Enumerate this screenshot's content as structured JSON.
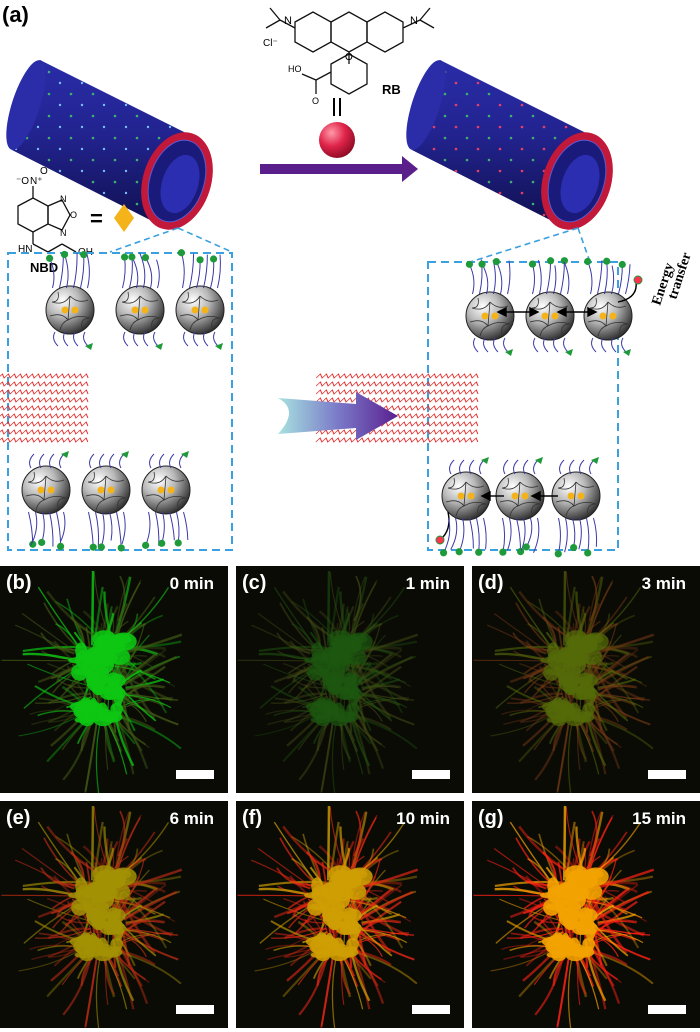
{
  "scheme": {
    "panel_label": "(a)",
    "rb_label": "RB",
    "nbd_label": "NBD",
    "equals_sign": "=",
    "chloride_label": "Cl⁻",
    "energy_label": "Energy",
    "transfer_label": "transfer",
    "colors": {
      "tube": "#1e1f8c",
      "tube_ring": "#c2183a",
      "rb_sphere": "#e0244a",
      "nbd_diamond": "#f5b31a",
      "arrow": "#5a1f8a",
      "box_border": "#3aa0e0",
      "lipid": "#e63030",
      "headgroup": "#1f9a3a"
    }
  },
  "panels": [
    {
      "label": "(b)",
      "time": "0 min"
    },
    {
      "label": "(c)",
      "time": "1 min"
    },
    {
      "label": "(d)",
      "time": "3 min"
    },
    {
      "label": "(e)",
      "time": "6 min"
    },
    {
      "label": "(f)",
      "time": "10 min"
    },
    {
      "label": "(g)",
      "time": "15 min"
    }
  ]
}
